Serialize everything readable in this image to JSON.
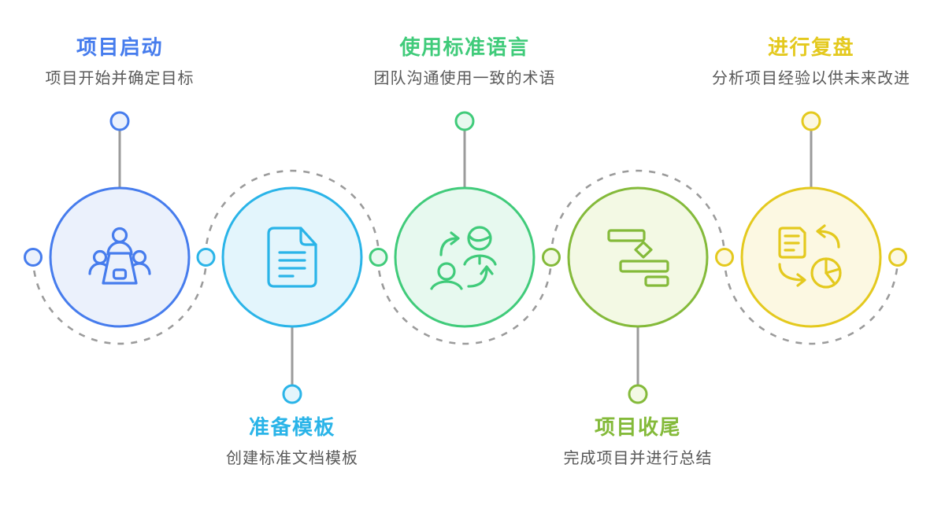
{
  "diagram": {
    "type": "process-flow-timeline",
    "background": "#ffffff",
    "connector_color": "#9b9b9b",
    "stem_color": "#9b9b9b",
    "subtitle_color": "#595959",
    "steps": [
      {
        "title": "项目启动",
        "subtitle": "项目开始并确定目标",
        "accent": "#467ced",
        "fill": "#ebf1fc",
        "icon": "meeting-icon",
        "label_position": "top"
      },
      {
        "title": "准备模板",
        "subtitle": "创建标准文档模板",
        "accent": "#2ab4e8",
        "fill": "#e3f5fc",
        "icon": "document-icon",
        "label_position": "bottom"
      },
      {
        "title": "使用标准语言",
        "subtitle": "团队沟通使用一致的术语",
        "accent": "#40cb7a",
        "fill": "#e7f9ef",
        "icon": "communication-icon",
        "label_position": "top"
      },
      {
        "title": "项目收尾",
        "subtitle": "完成项目并进行总结",
        "accent": "#84ba3a",
        "fill": "#f3f9e4",
        "icon": "gantt-chart-icon",
        "label_position": "bottom"
      },
      {
        "title": "进行复盘",
        "subtitle": "分析项目经验以供未来改进",
        "accent": "#e4c91e",
        "fill": "#fcf8e2",
        "icon": "review-cycle-icon",
        "label_position": "top"
      }
    ]
  }
}
